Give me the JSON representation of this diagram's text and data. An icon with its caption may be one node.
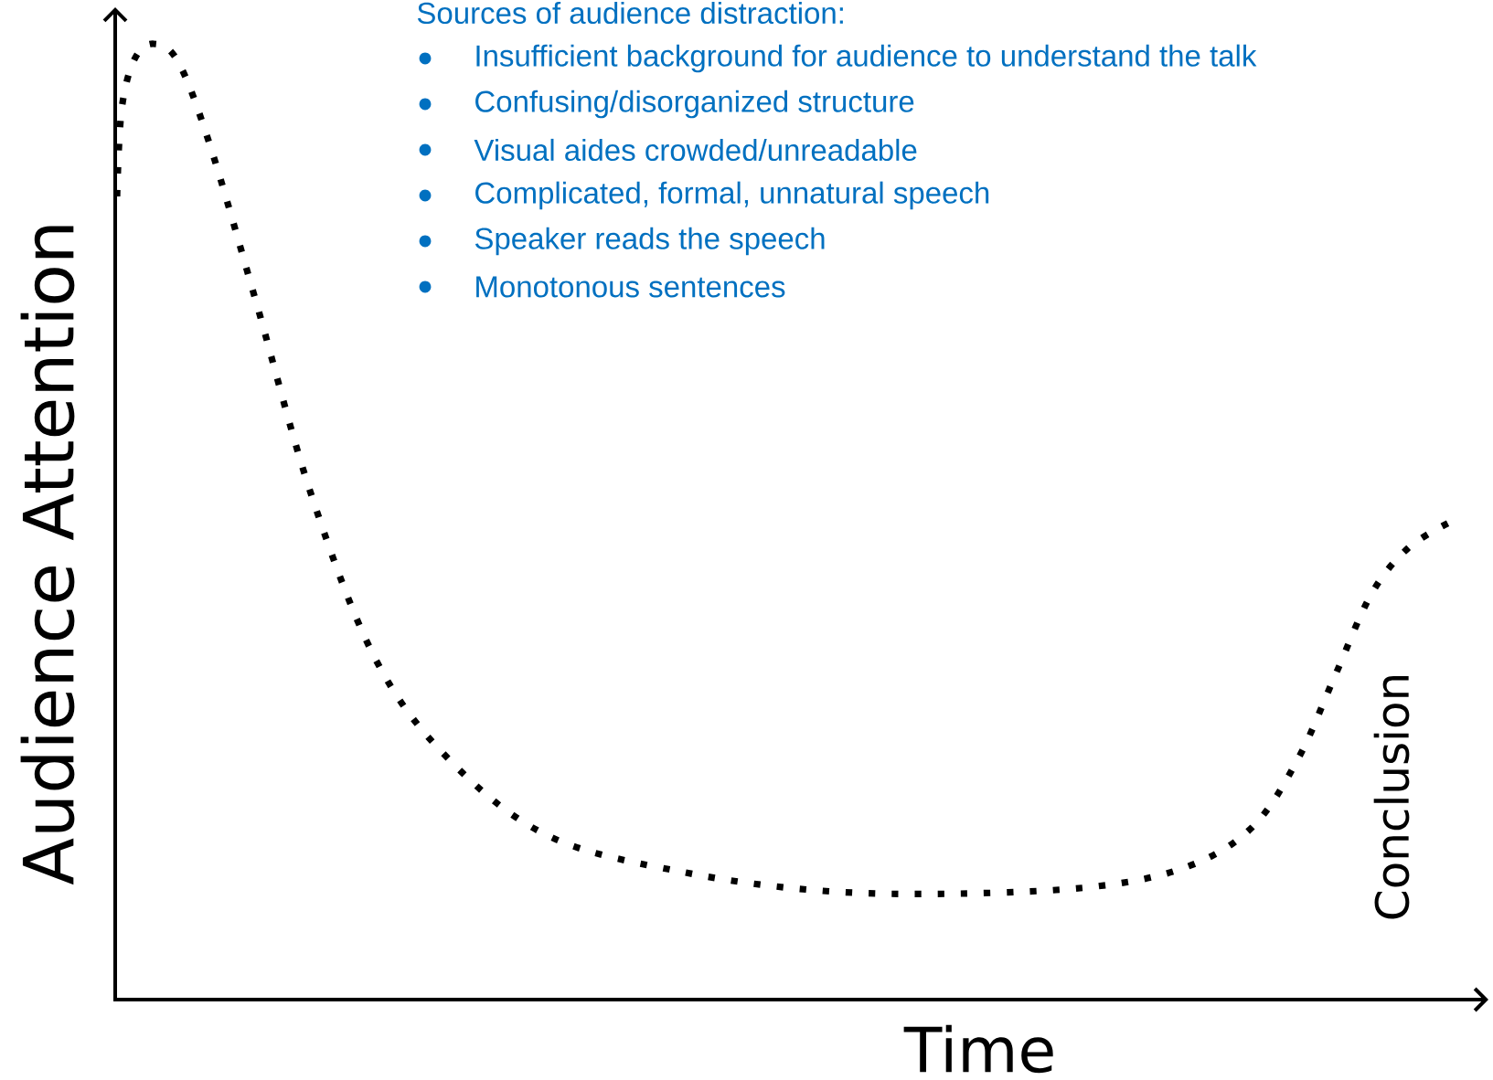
{
  "diagram": {
    "labels": [
      "Sources of audience distraction:",
      "Insufficient background for audience to understand the talk",
      "Confusing/disorganized structure",
      "Visual aides crowded/unreadable",
      "Complicated, formal, unnatural speech",
      "Speaker reads the speech",
      "Monotonous sentences",
      "Audience Attention",
      "Time",
      "Conclusion"
    ]
  }
}
